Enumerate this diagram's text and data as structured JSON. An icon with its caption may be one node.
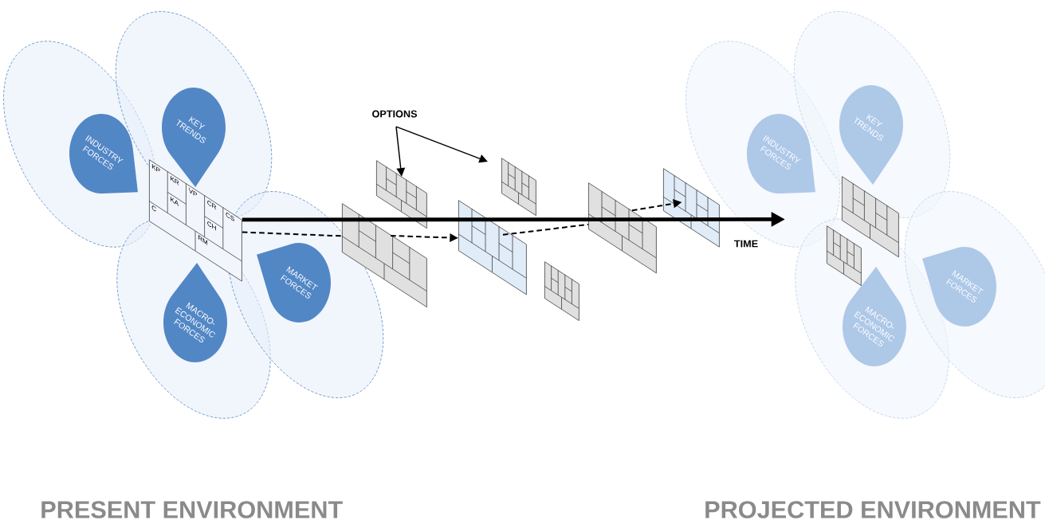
{
  "diagram": {
    "nodes": [
      {
        "text": [
          "INDUSTRY FORCES"
        ]
      },
      {
        "text": [
          "KEY TRENDS"
        ]
      },
      {
        "text": [
          "MACRO- ECONOMIC FORCES"
        ]
      },
      {
        "text": [
          "MARKET FORCES"
        ]
      },
      {
        "text": [
          "KP",
          "KR",
          "KA",
          "VP",
          "CR",
          "CH",
          "CS",
          "C",
          "RM"
        ]
      },
      {
        "text": [
          "OPTIONS"
        ]
      },
      {
        "text": [],
        "shape": "box"
      },
      {
        "text": [],
        "shape": "box"
      },
      {
        "text": [],
        "shape": "box"
      },
      {
        "text": [],
        "shape": "box"
      },
      {
        "text": [],
        "shape": "box"
      },
      {
        "text": [],
        "shape": "box"
      },
      {
        "text": [],
        "shape": "box"
      },
      {
        "text": [
          "INDUSTRY FORCES"
        ]
      },
      {
        "text": [
          "KEY TRENDS"
        ]
      },
      {
        "text": [
          "MACRO- ECONOMIC FORCES"
        ]
      },
      {
        "text": [
          "MARKET FORCES"
        ]
      },
      {
        "text": [],
        "shape": "box"
      },
      {
        "text": [],
        "shape": "box"
      }
    ],
    "edges": [
      {
        "from": 4,
        "to": null,
        "arrow": "to",
        "style": "thick"
      },
      {
        "from": 4,
        "to": 7,
        "arrow": "none",
        "style": "dashed"
      },
      {
        "from": 7,
        "to": 8,
        "arrow": "to",
        "style": "dashed"
      },
      {
        "from": 8,
        "to": 11,
        "arrow": "none",
        "style": "dashed"
      },
      {
        "from": 11,
        "to": 12,
        "arrow": "to",
        "style": "dashed"
      },
      {
        "from": 5,
        "to": 6,
        "arrow": "to"
      },
      {
        "from": 5,
        "to": 9,
        "arrow": "to"
      }
    ],
    "labels": [
      "TIME",
      "PRESENT ENVIRONMENT",
      "PROJECTED ENVIRONMENT"
    ]
  }
}
